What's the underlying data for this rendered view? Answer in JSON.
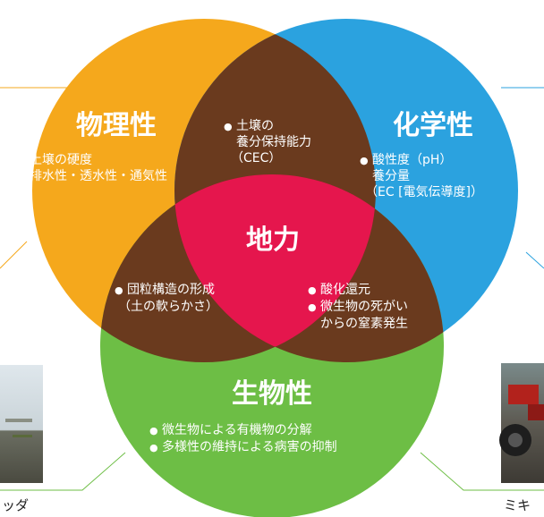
{
  "diagram": {
    "colors": {
      "physical": "#F5A81C",
      "chemical": "#2BA2DF",
      "biological": "#6DBE45",
      "overlap": "#6A3A1E",
      "center": "#E5164D",
      "text": "#FFFFFF",
      "connector": "#F5A81C",
      "connector_right": "#2BA2DF",
      "connector_bottom": "#6DBE45"
    },
    "physical": {
      "title": "物理性",
      "bullet": "●",
      "lines": [
        "土壌の硬度",
        "排水性・透水性・通気性"
      ]
    },
    "chemical": {
      "title": "化学性",
      "bullet": "●",
      "lines": [
        "酸性度（pH）",
        "養分量",
        "（EC [電気伝導度]）"
      ]
    },
    "biological": {
      "title": "生物性",
      "bullet": "●",
      "lines": [
        "微生物による有機物の分解",
        "多様性の維持による病害の抑制"
      ]
    },
    "physical_chemical": {
      "bullet": "●",
      "lines": [
        "土壌の",
        "養分保持能力",
        "（CEC）"
      ]
    },
    "physical_biological": {
      "bullet": "●",
      "lines": [
        "団粒構造の形成",
        "（土の軟らかさ）"
      ]
    },
    "chemical_biological": {
      "bullet": "●",
      "lines": [
        "酸化還元",
        "微生物の死がい",
        "からの窒素発生"
      ]
    },
    "center": {
      "label": "地力"
    }
  },
  "photos": {
    "left_caption": "ッダ",
    "right_caption": "ミキ"
  }
}
